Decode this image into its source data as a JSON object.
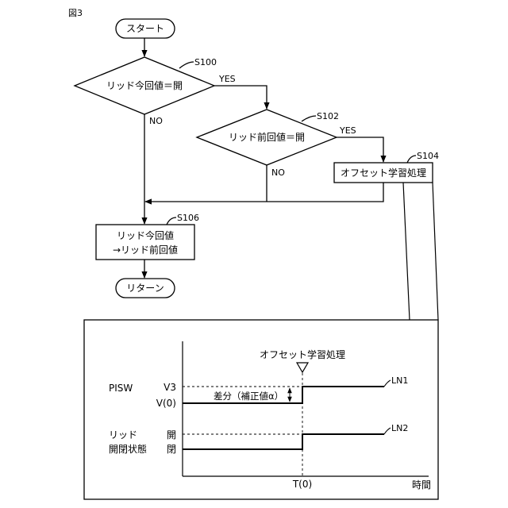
{
  "figure": {
    "label": "図3"
  },
  "flowchart": {
    "start": "スタート",
    "end": "リターン",
    "decision_current": {
      "text": "リッド今回値＝開",
      "step": "S100",
      "yes": "YES",
      "no": "NO"
    },
    "decision_previous": {
      "text": "リッド前回値＝開",
      "step": "S102",
      "yes": "YES",
      "no": "NO"
    },
    "process_offset": {
      "text": "オフセット学習処理",
      "step": "S104"
    },
    "process_update": {
      "line1": "リッド今回値",
      "line2": "→リッド前回値",
      "step": "S106"
    }
  },
  "timing_chart": {
    "event_label": "オフセット学習処理",
    "pisw_label": "PISW",
    "v3_label": "V3",
    "v0_label": "V(0)",
    "diff_label": "差分（補正値α）",
    "ln1_label": "LN1",
    "lid_label_line1": "リッド",
    "lid_label_line2": "開閉状態",
    "open_label": "開",
    "closed_label": "閉",
    "ln2_label": "LN2",
    "t0_label": "T(0)",
    "time_label": "時間"
  }
}
